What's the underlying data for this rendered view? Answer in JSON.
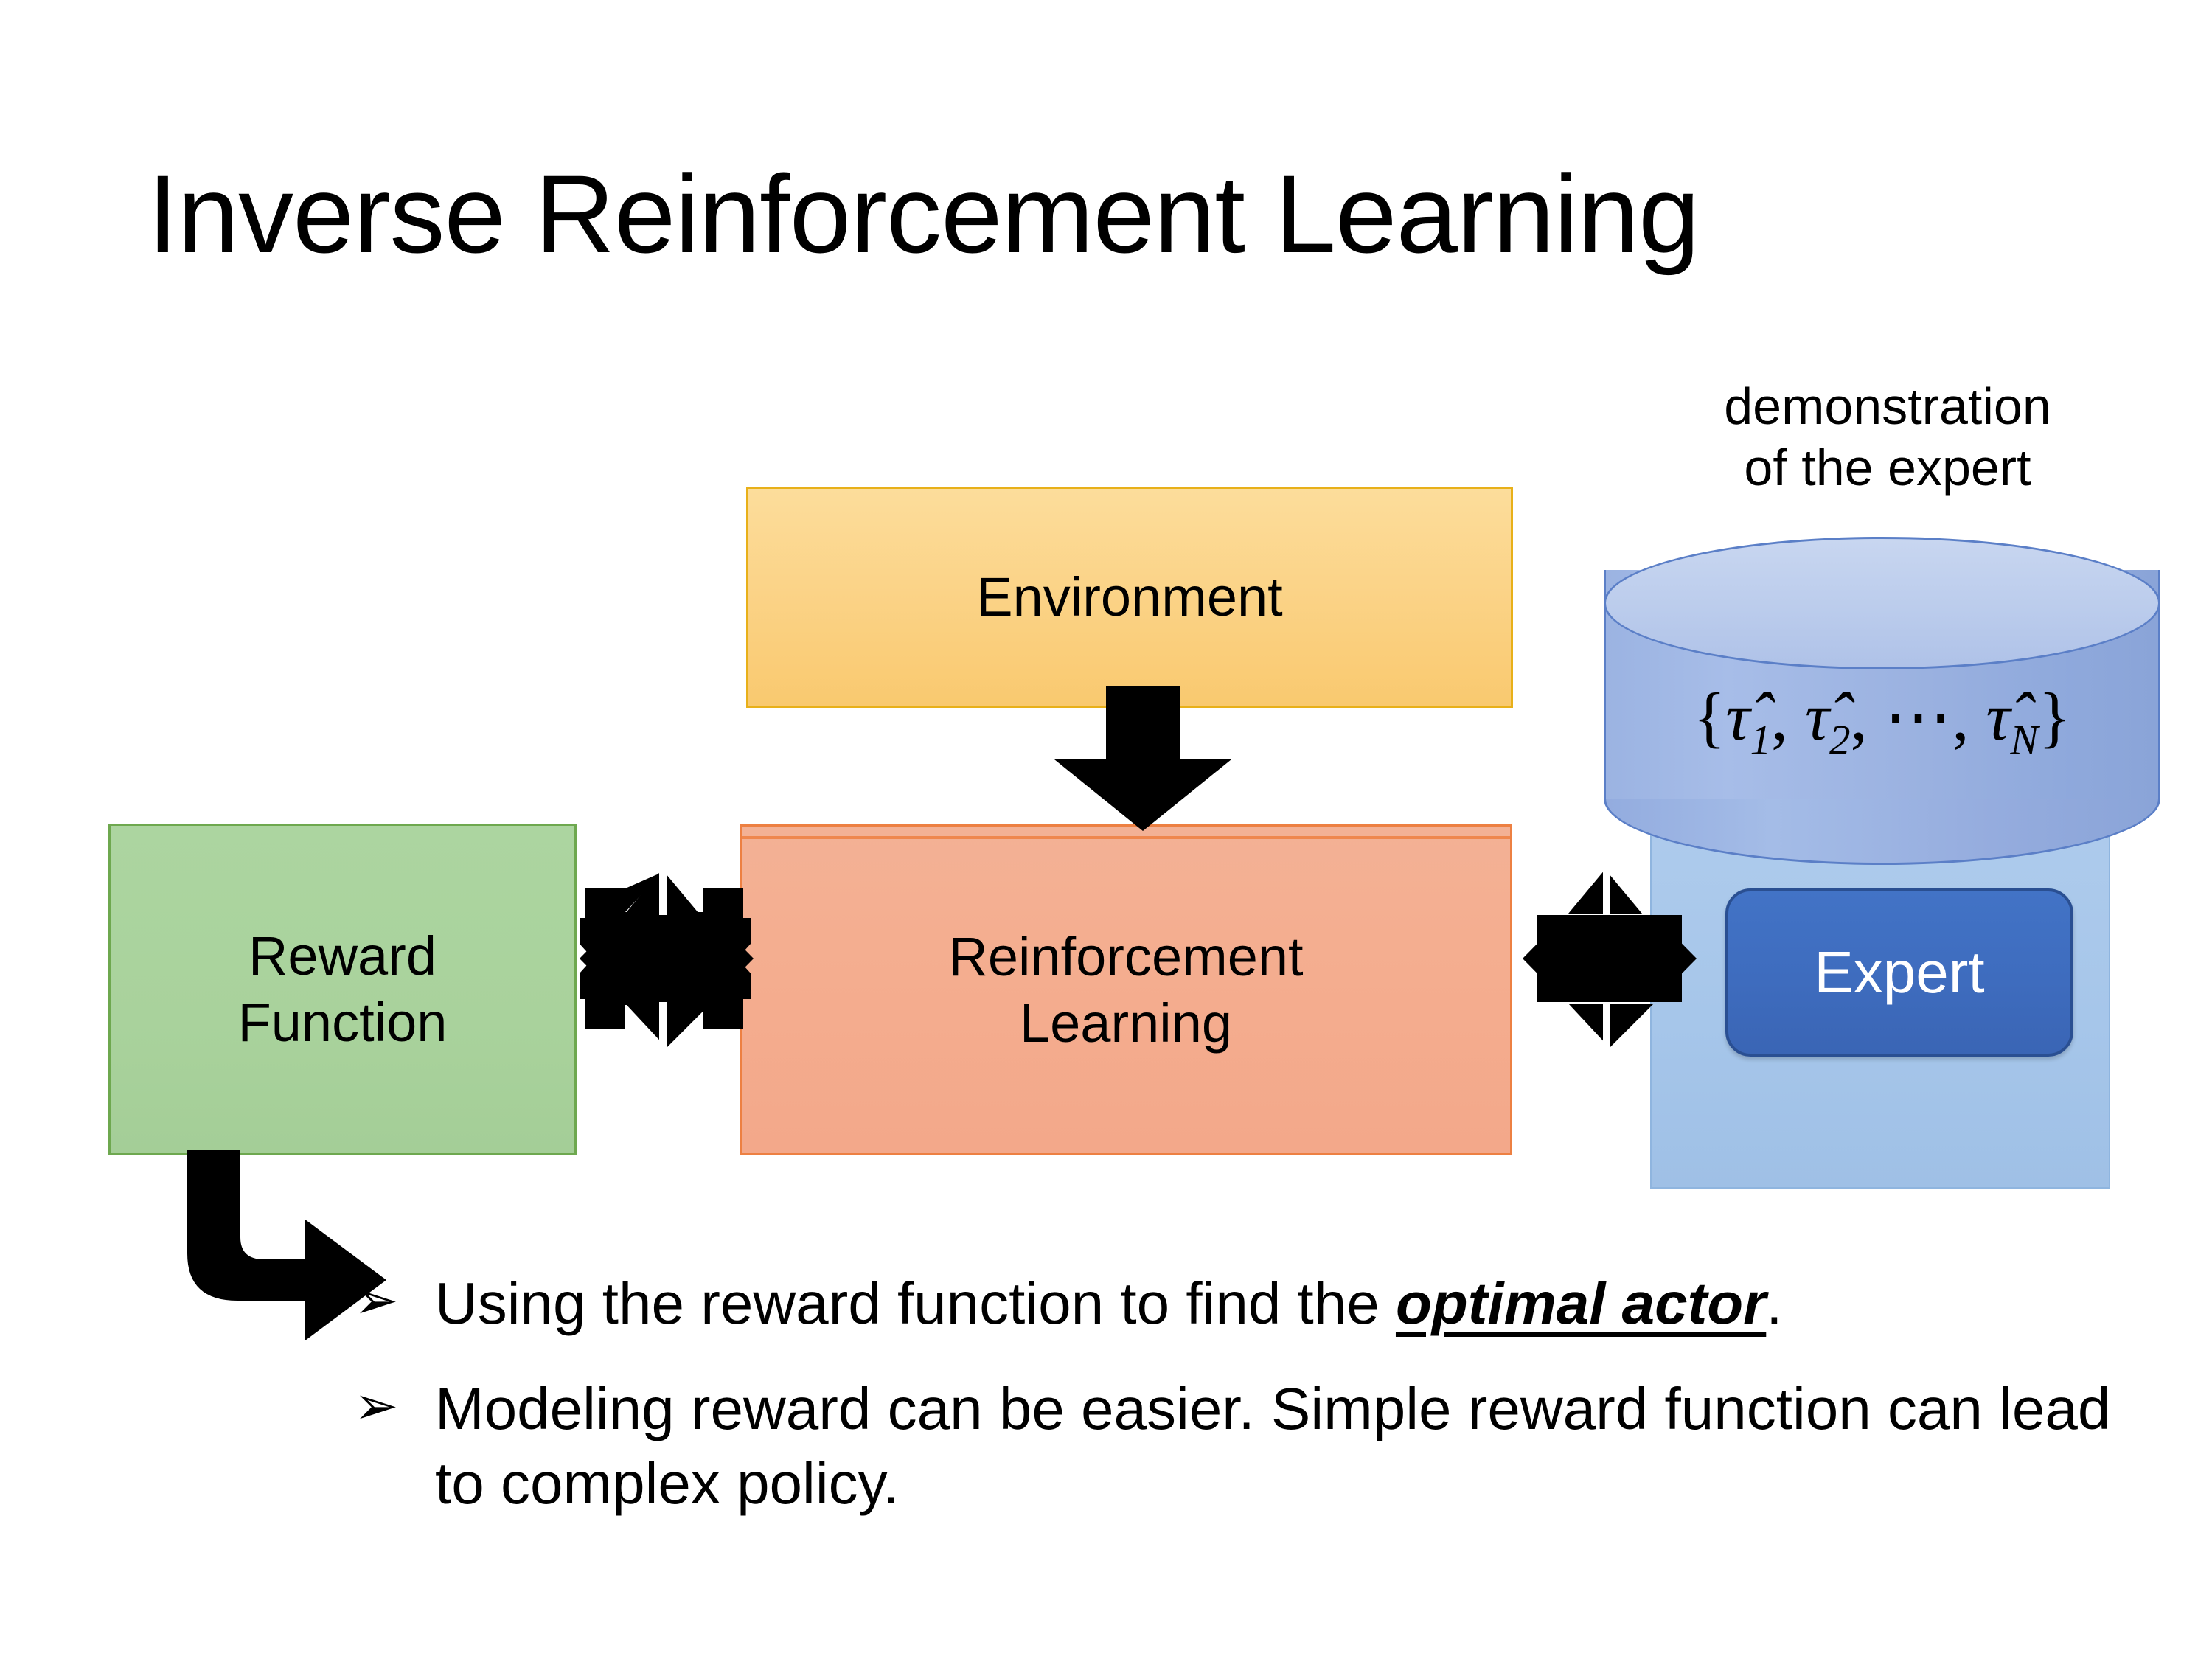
{
  "slide": {
    "title": "Inverse Reinforcement Learning",
    "background_color": "#FFFFFF"
  },
  "diagram": {
    "environment": {
      "label": "Environment",
      "fill_color": "#FBD387",
      "border_color": "#E8B019"
    },
    "reinforcement_learning": {
      "label_line1": "Reinforcement",
      "label_line2": "Learning",
      "fill_color": "#F3AE90",
      "border_color": "#ED8042"
    },
    "reward_function": {
      "label_line1": "Reward",
      "label_line2": "Function",
      "fill_color": "#A9D29C",
      "border_color": "#6EA84F"
    },
    "expert_group": {
      "caption_line1": "demonstration",
      "caption_line2": "of the expert",
      "panel_color": "#A6C6EA",
      "expert_label": "Expert",
      "expert_fill_color": "#3E6CBE",
      "expert_border_color": "#2A4F92",
      "expert_text_color": "#FFFFFF",
      "cylinder": {
        "fill_color": "#9AB1E0",
        "border_color": "#5B7FC7",
        "formula": {
          "open_brace": "{",
          "item1_symbol": "τ̂",
          "item1_subscript": "1",
          "sep1": ", ",
          "item2_symbol": "τ̂",
          "item2_subscript": "2",
          "sep2": ", ",
          "ellipsis": "⋯",
          "sep3": ", ",
          "item3_symbol": "τ̂",
          "item3_subscript": "N",
          "close_brace": "}",
          "plain_text": "{τ̂1, τ̂2, ⋯, τ̂N}"
        }
      }
    },
    "arrows": {
      "environment_to_rl": "down-arrow",
      "reward_to_rl": "quad-arrow",
      "rl_to_expert": "quad-arrow",
      "reward_to_bullets": "elbow-arrow",
      "color": "#000000"
    }
  },
  "bullets": {
    "marker": "➢",
    "items": [
      {
        "prefix": "Using the reward function to find the ",
        "emphasis": "optimal actor",
        "suffix": "."
      },
      {
        "prefix": "Modeling reward can be easier. Simple reward function can lead to complex policy.",
        "emphasis": "",
        "suffix": ""
      }
    ]
  }
}
